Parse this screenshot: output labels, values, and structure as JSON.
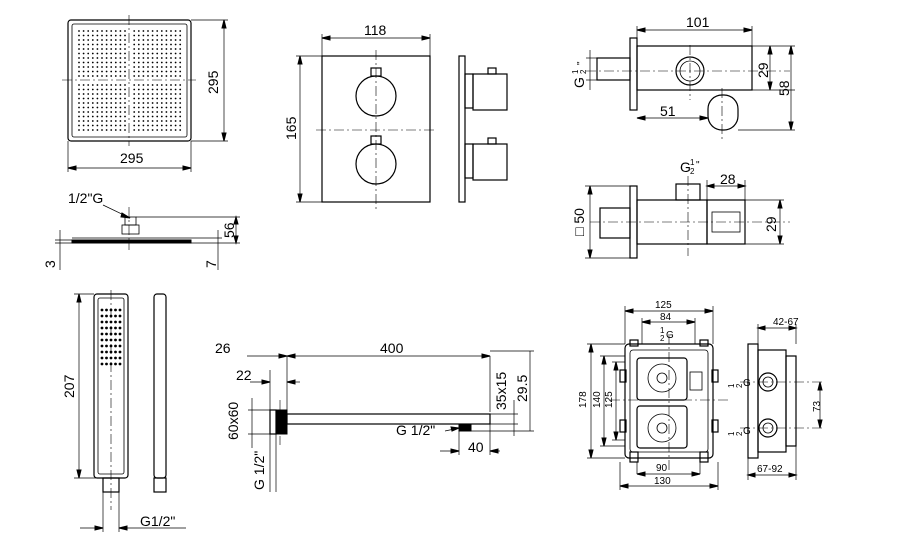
{
  "rain_shower": {
    "width": "295",
    "height": "295",
    "thread": "1/2\"G",
    "thickness": "56",
    "d3": "3",
    "d7": "7"
  },
  "mixer_panel": {
    "width": "118",
    "height": "165"
  },
  "wall_outlet_top": {
    "length": "101",
    "flange": "51",
    "h1": "29",
    "h2": "58",
    "thread_g": "G",
    "thread_frac_num": "1",
    "thread_frac_den": "2",
    "thread_inch": "\""
  },
  "wall_outlet_bottom": {
    "thread_g": "G",
    "thread_frac_num": "1",
    "thread_frac_den": "2",
    "thread_inch": "\"",
    "len": "28",
    "square": "□ 50",
    "h": "29"
  },
  "hand_shower": {
    "length": "207",
    "thread": "G1/2\""
  },
  "shower_arm": {
    "d26": "26",
    "length": "400",
    "d22": "22",
    "flange": "60x60",
    "tube": "35x15",
    "d295": "29.5",
    "thread_inner": "G 1/2\"",
    "thread_side": "G 1/2\"",
    "d40": "40"
  },
  "box_front": {
    "w125": "125",
    "w84": "84",
    "g_label": "G",
    "g_num": "1",
    "g_den": "2",
    "h178": "178",
    "h140": "140",
    "h125": "125",
    "w90": "90",
    "w130": "130"
  },
  "box_side": {
    "d4267": "42-67",
    "d73": "73",
    "d6792": "67-92",
    "g_label": "G",
    "g_num": "1",
    "g_den": "2"
  }
}
